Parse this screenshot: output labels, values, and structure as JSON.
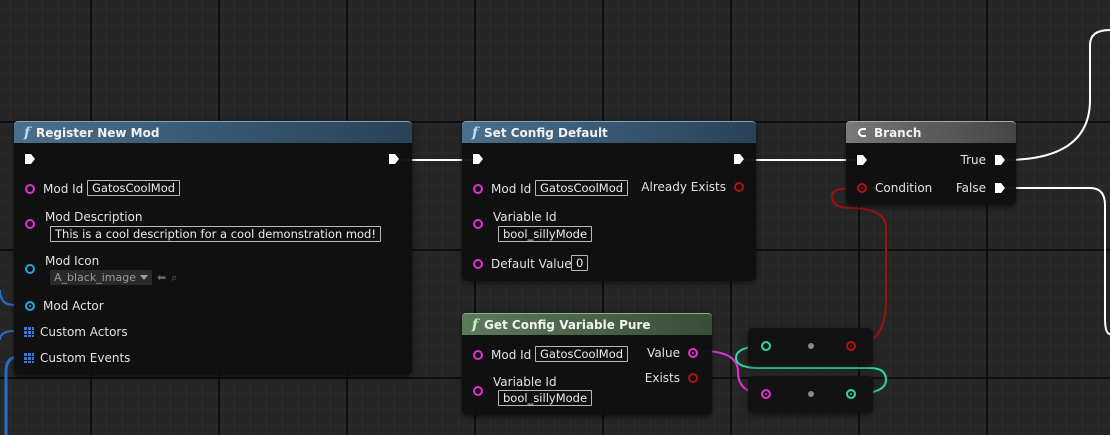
{
  "nodes": {
    "register": {
      "title": "Register New Mod",
      "inputs": {
        "mod_id": {
          "label": "Mod Id",
          "value": "GatosCoolMod"
        },
        "mod_description": {
          "label": "Mod Description",
          "value": "This is a cool description for a cool demonstration mod!"
        },
        "mod_icon": {
          "label": "Mod Icon",
          "value": "A_black_image"
        },
        "mod_actor": {
          "label": "Mod Actor"
        },
        "custom_actors": {
          "label": "Custom Actors"
        },
        "custom_events": {
          "label": "Custom Events"
        }
      }
    },
    "set_config": {
      "title": "Set Config Default",
      "inputs": {
        "mod_id": {
          "label": "Mod Id",
          "value": "GatosCoolMod"
        },
        "variable_id": {
          "label": "Variable Id",
          "value": "bool_sillyMode"
        },
        "default_value": {
          "label": "Default Value",
          "value": "0"
        }
      },
      "outputs": {
        "already_exists": "Already Exists"
      }
    },
    "get_config": {
      "title": "Get Config Variable Pure",
      "inputs": {
        "mod_id": {
          "label": "Mod Id",
          "value": "GatosCoolMod"
        },
        "variable_id": {
          "label": "Variable Id",
          "value": "bool_sillyMode"
        }
      },
      "outputs": {
        "value": "Value",
        "exists": "Exists"
      }
    },
    "branch": {
      "title": "Branch",
      "inputs": {
        "condition": "Condition"
      },
      "outputs": {
        "true": "True",
        "false": "False"
      }
    }
  },
  "colors": {
    "background": "#262626",
    "exec_wire": "#ffffff",
    "string_pin": "#e22fd8",
    "bool_pin": "#b01010",
    "object_pin": "#22a4e0",
    "array_pin": "#3b7bd8",
    "wildcard_pin": "#2ad9a8",
    "function_header": "#3a5a74",
    "pure_header": "#4a664a",
    "branch_header": "#5e5e5e"
  },
  "icons": {
    "function": "function-f-icon",
    "branch": "branch-icon",
    "exec": "exec-arrow-icon",
    "array": "array-grid-icon",
    "browse": "arrow-left-icon",
    "search": "search-icon"
  }
}
